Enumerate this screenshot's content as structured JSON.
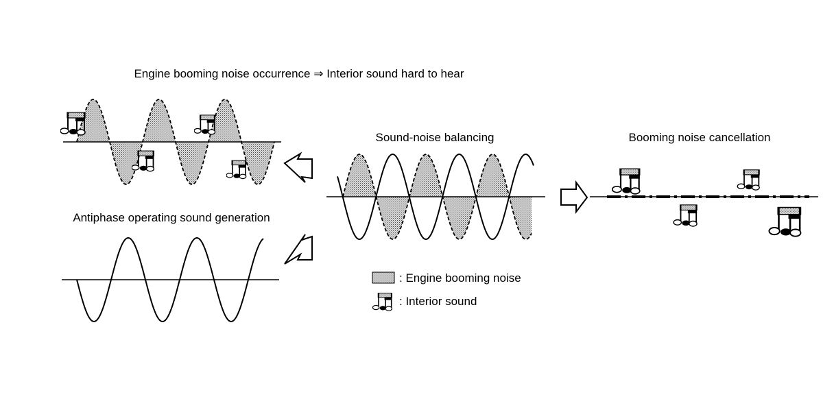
{
  "panels": {
    "booming": {
      "title": "Engine booming noise occurrence ⇒ Interior sound hard to hear"
    },
    "antiphase": {
      "title": "Antiphase operating sound generation"
    },
    "balancing": {
      "title": "Sound-noise balancing"
    },
    "cancellation": {
      "title": "Booming noise cancellation"
    }
  },
  "legend": {
    "items": [
      {
        "key": "engine_booming_noise",
        "label": ": Engine booming noise",
        "icon": "hatched-swatch"
      },
      {
        "key": "interior_sound",
        "label": ": Interior sound",
        "icon": "music-note-icon"
      }
    ]
  },
  "colors": {
    "ink": "#000000",
    "noise_fill": "#cfcfcf",
    "background": "#ffffff"
  }
}
